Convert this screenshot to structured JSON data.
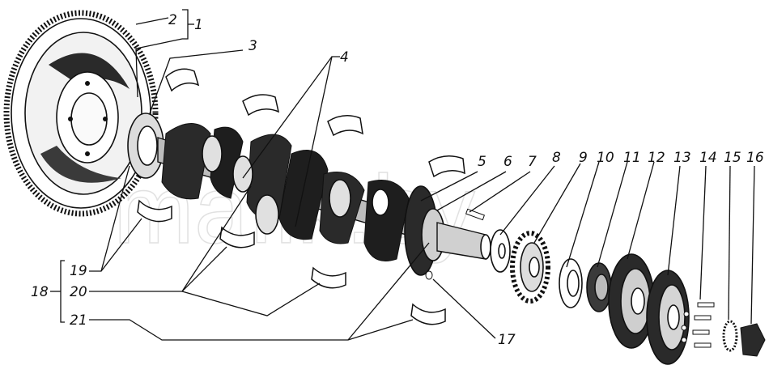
{
  "watermark": "mafik.by",
  "colors": {
    "ink": "#111111",
    "paper": "#ffffff",
    "shade": "#2a2a2a",
    "light": "#e8e8e8"
  },
  "callouts": {
    "n1": "1",
    "n2": "2",
    "n3": "3",
    "n4": "4",
    "n5": "5",
    "n6": "6",
    "n7": "7",
    "n8": "8",
    "n9": "9",
    "n10": "10",
    "n11": "11",
    "n12": "12",
    "n13": "13",
    "n14": "14",
    "n15": "15",
    "n16": "16",
    "n17": "17",
    "n18": "18",
    "n19": "19",
    "n20": "20",
    "n21": "21"
  }
}
